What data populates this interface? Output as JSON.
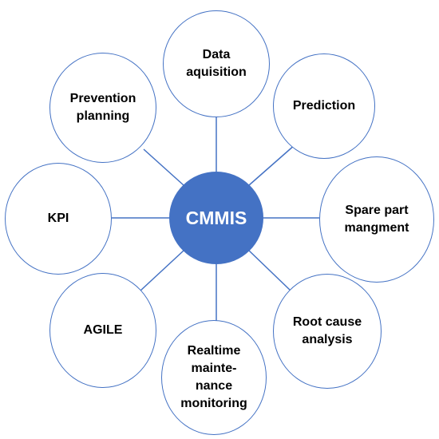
{
  "center_label": "CMMIS",
  "nodes": {
    "data_acquisition": "Data\naquisition",
    "prediction": "Prediction",
    "spare_part": "Spare part\nmangment",
    "root_cause": "Root cause\nanalysis",
    "realtime": "Realtime\nmainte-\nnance\nmonitoring",
    "agile": "AGILE",
    "kpi": "KPI",
    "prevention": "Prevention\nplanning"
  },
  "colors": {
    "center_fill": "#4472c4",
    "outline": "#4472c4",
    "node_fill": "#ffffff",
    "text": "#000000"
  }
}
